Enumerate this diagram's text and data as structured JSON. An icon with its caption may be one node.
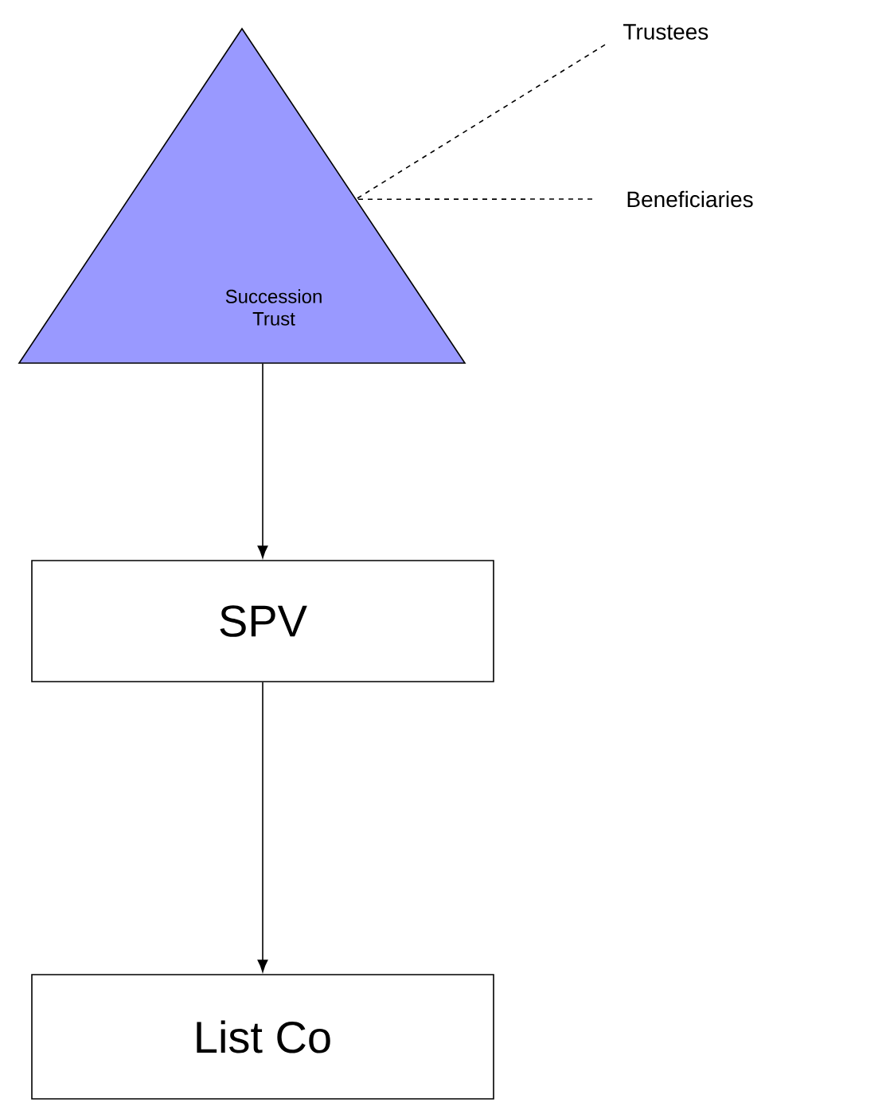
{
  "diagram": {
    "nodes": [
      {
        "text": [
          "Succession Trust"
        ]
      },
      {
        "text": [
          "Trustees"
        ]
      },
      {
        "text": [
          "Beneficiaries"
        ]
      },
      {
        "text": [
          "SPV"
        ]
      },
      {
        "text": [
          "List  Co"
        ]
      }
    ],
    "edges": [
      {
        "from": 1,
        "to": 0,
        "arrow": "none",
        "style": "dashed"
      },
      {
        "from": 2,
        "to": 0,
        "arrow": "none",
        "style": "dashed"
      },
      {
        "from": 0,
        "to": 3,
        "arrow": "to"
      },
      {
        "from": 3,
        "to": 4,
        "arrow": "to"
      }
    ]
  }
}
